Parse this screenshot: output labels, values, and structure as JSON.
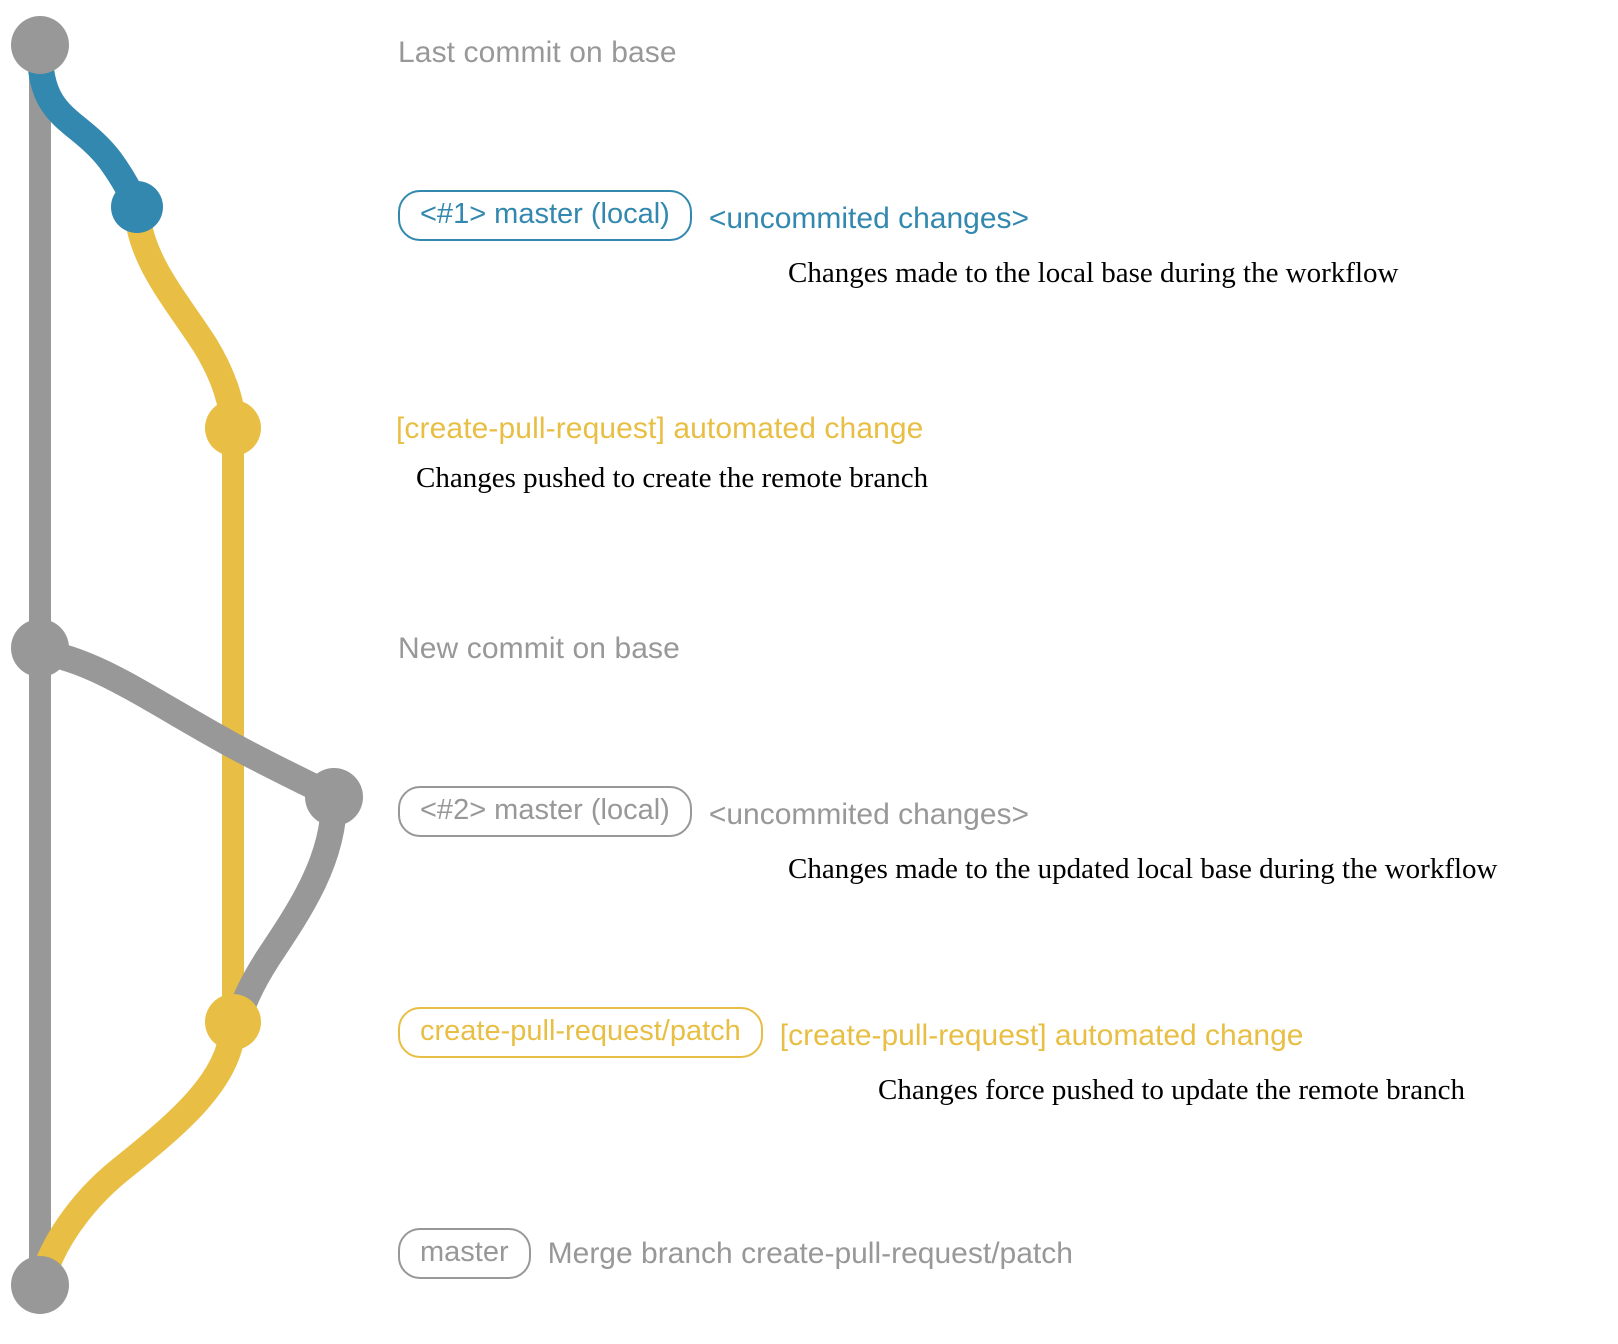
{
  "diagram": {
    "title": "git commit graph for create-pull-request workflow",
    "colors": {
      "base_grey": "#989898",
      "local_blue": "#3288ae",
      "patch_yellow": "#e8bf44",
      "description_black": "#000000",
      "background": "#ffffff"
    }
  },
  "rows": [
    {
      "id": "last-commit-on-base",
      "badge": null,
      "subject": "Last commit on base",
      "subject_color": "#989898",
      "description": null,
      "node": {
        "color": "#989898",
        "lane": "base"
      }
    },
    {
      "id": "master-local-1",
      "badge": "<#1> master (local)",
      "badge_color": "#3288ae",
      "subject": "<uncommited changes>",
      "subject_color": "#3288ae",
      "description": "Changes made to the local base during the workflow",
      "node": {
        "color": "#3288ae",
        "lane": "local"
      }
    },
    {
      "id": "automated-change-1",
      "badge": null,
      "subject": "[create-pull-request] automated change",
      "subject_color": "#e8bf44",
      "description": "Changes pushed to create the remote branch",
      "node": {
        "color": "#e8bf44",
        "lane": "patch"
      }
    },
    {
      "id": "new-commit-on-base",
      "badge": null,
      "subject": "New commit on base",
      "subject_color": "#989898",
      "description": null,
      "node": {
        "color": "#989898",
        "lane": "base"
      }
    },
    {
      "id": "master-local-2",
      "badge": "<#2> master (local)",
      "badge_color": "#989898",
      "subject": "<uncommited changes>",
      "subject_color": "#989898",
      "description": "Changes made to the updated local base during the workflow",
      "node": {
        "color": "#989898",
        "lane": "far"
      }
    },
    {
      "id": "automated-change-2",
      "badge": "create-pull-request/patch",
      "badge_color": "#e8bf44",
      "subject": "[create-pull-request] automated change",
      "subject_color": "#e8bf44",
      "description": "Changes force pushed to update the remote branch",
      "node": {
        "color": "#e8bf44",
        "lane": "patch"
      }
    },
    {
      "id": "merge-commit",
      "badge": "master",
      "badge_color": "#989898",
      "subject": "Merge branch create-pull-request/patch",
      "subject_color": "#989898",
      "description": null,
      "node": {
        "color": "#989898",
        "lane": "base"
      }
    }
  ]
}
